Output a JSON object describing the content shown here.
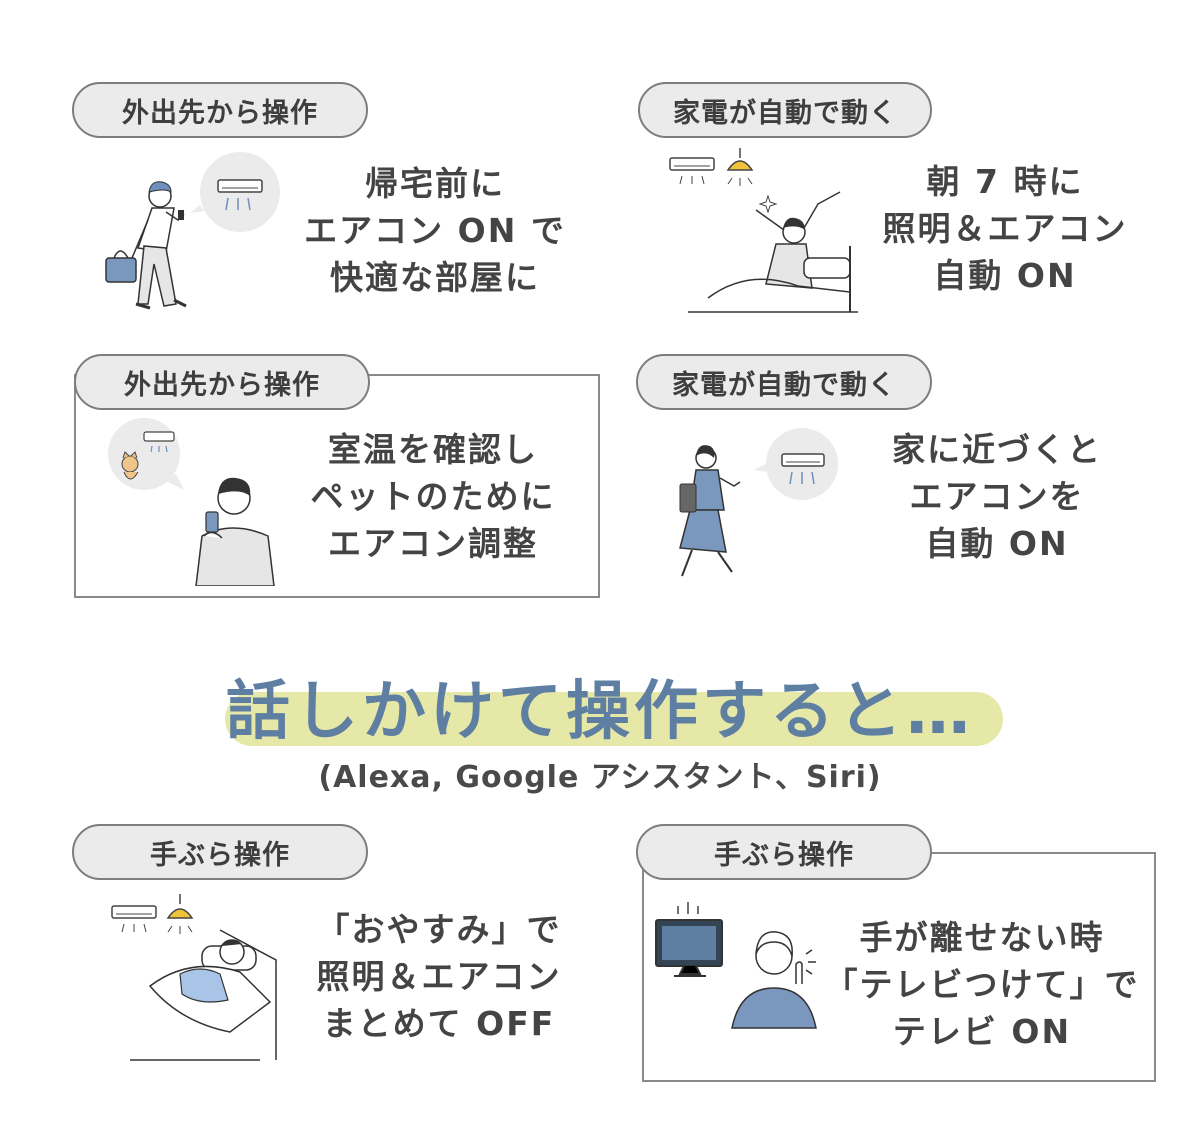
{
  "cards": [
    {
      "tag": "外出先から操作",
      "lines": [
        "帰宅前に",
        "エアコン ON で",
        "快適な部屋に"
      ],
      "illustration": "person-walking-phone-aircon"
    },
    {
      "tag": "家電が自動で動く",
      "lines": [
        "朝 7 時に",
        "照明＆エアコン",
        "自動 ON"
      ],
      "illustration": "person-waking-up-light-aircon"
    },
    {
      "tag": "外出先から操作",
      "lines": [
        "室温を確認し",
        "ペットのために",
        "エアコン調整"
      ],
      "illustration": "person-phone-cat-aircon"
    },
    {
      "tag": "家電が自動で動く",
      "lines": [
        "家に近づくと",
        "エアコンを",
        "自動 ON"
      ],
      "illustration": "woman-walking-aircon"
    },
    {
      "tag": "手ぶら操作",
      "lines": [
        "「おやすみ」で",
        "照明＆エアコン",
        "まとめて OFF"
      ],
      "illustration": "person-sleeping-light-aircon"
    },
    {
      "tag": "手ぶら操作",
      "lines": [
        "手が離せない時",
        "「テレビつけて」で",
        "テレビ ON"
      ],
      "illustration": "woman-speaking-tv"
    }
  ],
  "headline": "話しかけて操作すると…",
  "subline": "(Alexa, Google アシスタント、Siri)",
  "colors": {
    "headline": "#5f7fa2",
    "highlight": "#e6e8a8",
    "pill_bg": "#ebebeb",
    "accent_blue": "#7a97bd",
    "accent_yellow": "#f0c23a"
  }
}
